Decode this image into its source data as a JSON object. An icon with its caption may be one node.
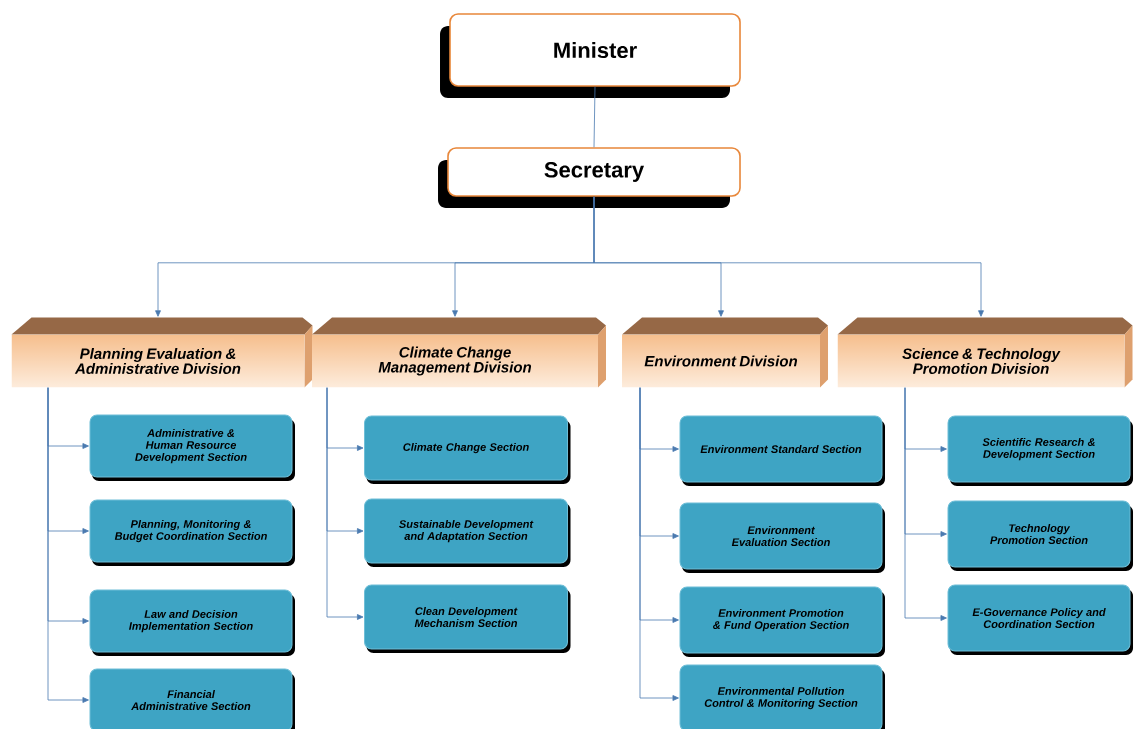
{
  "diagram": {
    "nodes": [
      {
        "text": [
          "Minister"
        ]
      },
      {
        "text": [
          "Secretary"
        ]
      },
      {
        "text": [
          "Planning Evaluation & Administrative Division"
        ]
      },
      {
        "text": [
          "Climate Change Management Division"
        ]
      },
      {
        "text": [
          "Environment Division"
        ]
      },
      {
        "text": [
          "Science & Technology Promotion Division"
        ]
      },
      {
        "text": [
          "Administrative & Human Resource Development Section"
        ]
      },
      {
        "text": [
          "Planning, Monitoring & Budget Coordination Section"
        ]
      },
      {
        "text": [
          "Law and Decision Implementation Section"
        ]
      },
      {
        "text": [
          "Financial Administrative Section"
        ]
      },
      {
        "text": [
          "Climate Change Section"
        ]
      },
      {
        "text": [
          "Sustainable Development and Adaptation Section"
        ]
      },
      {
        "text": [
          "Clean Development Mechanism Section"
        ]
      },
      {
        "text": [
          "Environment Standard Section"
        ]
      },
      {
        "text": [
          "Environment Evaluation Section"
        ]
      },
      {
        "text": [
          "Environment Promotion & Fund Operation Section"
        ]
      },
      {
        "text": [
          "Environmental Pollution Control & Monitoring Section"
        ]
      },
      {
        "text": [
          "Scientific Research & Development Section"
        ]
      },
      {
        "text": [
          "Technology Promotion Section"
        ]
      },
      {
        "text": [
          "E-Governance Policy and Coordination Section"
        ]
      }
    ],
    "edges": [
      {
        "from": 0,
        "to": 1,
        "arrow": "none"
      },
      {
        "from": 1,
        "to": 2,
        "arrow": "to"
      },
      {
        "from": 1,
        "to": 3,
        "arrow": "to"
      },
      {
        "from": 1,
        "to": 4,
        "arrow": "to"
      },
      {
        "from": 1,
        "to": 5,
        "arrow": "to"
      },
      {
        "from": 2,
        "to": 6,
        "arrow": "to"
      },
      {
        "from": 2,
        "to": 7,
        "arrow": "to"
      },
      {
        "from": 2,
        "to": 8,
        "arrow": "to"
      },
      {
        "from": 2,
        "to": 9,
        "arrow": "to"
      },
      {
        "from": 3,
        "to": 10,
        "arrow": "to"
      },
      {
        "from": 3,
        "to": 11,
        "arrow": "to"
      },
      {
        "from": 3,
        "to": 12,
        "arrow": "to"
      },
      {
        "from": 4,
        "to": 13,
        "arrow": "to"
      },
      {
        "from": 4,
        "to": 14,
        "arrow": "to"
      },
      {
        "from": 4,
        "to": 15,
        "arrow": "to"
      },
      {
        "from": 4,
        "to": 16,
        "arrow": "to"
      },
      {
        "from": 5,
        "to": 17,
        "arrow": "to"
      },
      {
        "from": 5,
        "to": 18,
        "arrow": "to"
      },
      {
        "from": 5,
        "to": 19,
        "arrow": "to"
      }
    ]
  }
}
